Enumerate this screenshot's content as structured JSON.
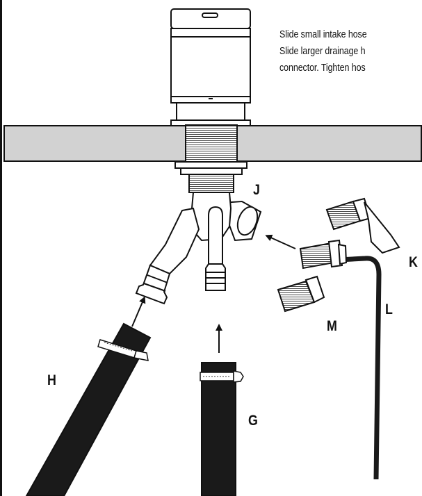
{
  "instructions": {
    "line1": "Slide small intake hose",
    "line2": "Slide larger drainage h",
    "line3": "connector. Tighten hos"
  },
  "labels": {
    "J": "J",
    "K": "K",
    "L": "L",
    "M": "M",
    "H": "H",
    "G": "G"
  },
  "colors": {
    "line": "#111111",
    "hose": "#1a1a1a",
    "counter": "#d2d2d2",
    "part_fill": "#ffffff"
  }
}
